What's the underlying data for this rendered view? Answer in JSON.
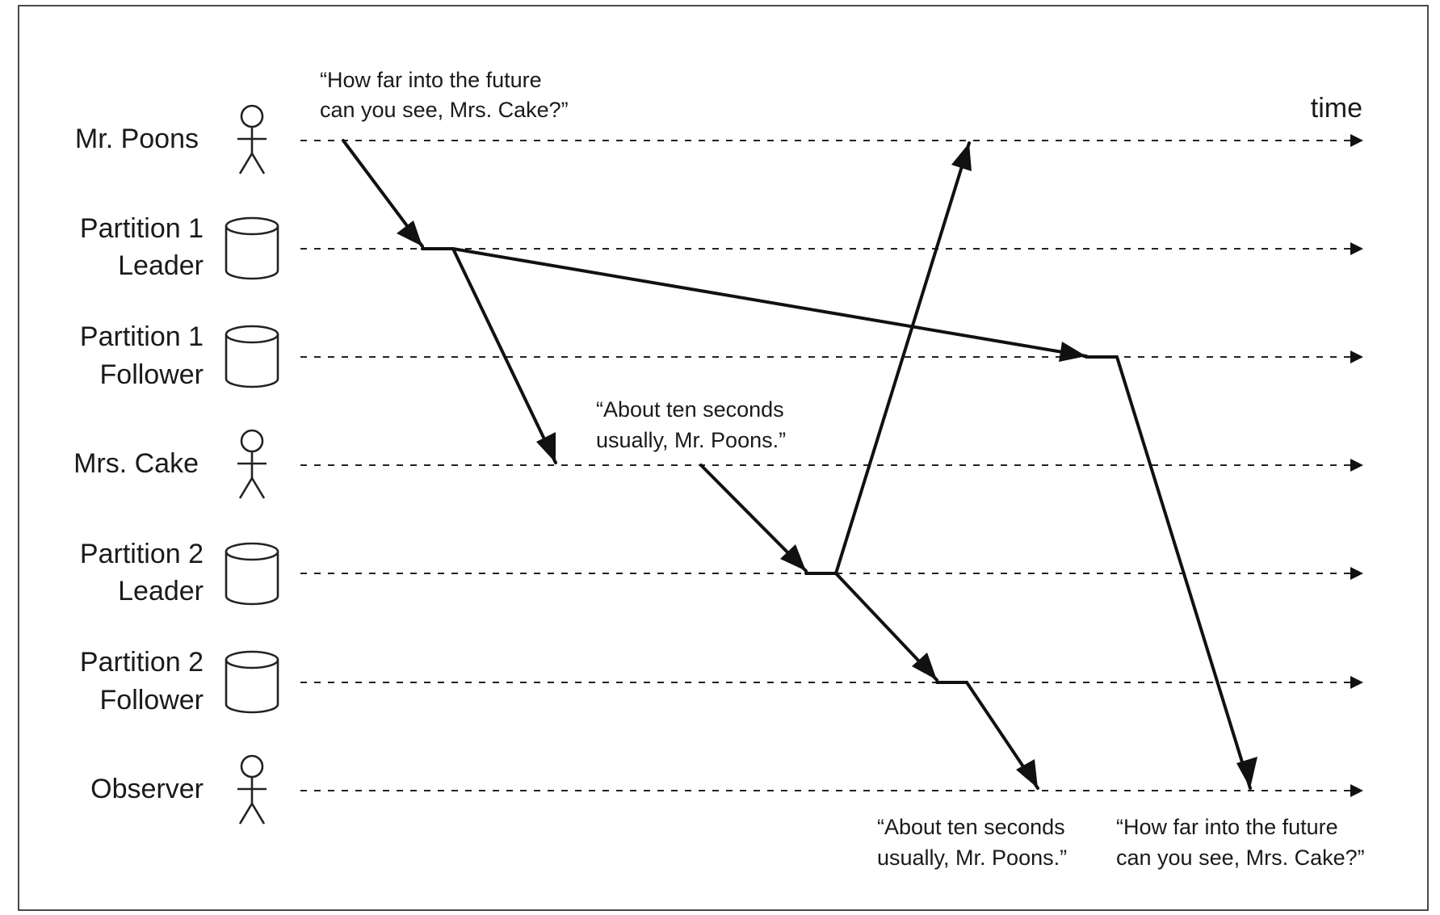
{
  "participants": [
    {
      "id": "mr-poons",
      "kind": "person",
      "lines": [
        "Mr. Poons"
      ]
    },
    {
      "id": "p1-leader",
      "kind": "database",
      "lines": [
        "Partition 1",
        "Leader"
      ]
    },
    {
      "id": "p1-follower",
      "kind": "database",
      "lines": [
        "Partition 1",
        "Follower"
      ]
    },
    {
      "id": "mrs-cake",
      "kind": "person",
      "lines": [
        "Mrs. Cake"
      ]
    },
    {
      "id": "p2-leader",
      "kind": "database",
      "lines": [
        "Partition 2",
        "Leader"
      ]
    },
    {
      "id": "p2-follower",
      "kind": "database",
      "lines": [
        "Partition 2",
        "Follower"
      ]
    },
    {
      "id": "observer",
      "kind": "person",
      "lines": [
        "Observer"
      ]
    }
  ],
  "time_label": "time",
  "quotes": {
    "question_sent": [
      "“How far into the future",
      "can you see, Mrs. Cake?”"
    ],
    "answer_sent": [
      "“About ten seconds",
      "usually, Mr. Poons.”"
    ],
    "answer_seen": [
      "“About ten seconds",
      "usually, Mr. Poons.”"
    ],
    "question_seen": [
      "“How far into the future",
      "can you see, Mrs. Cake?”"
    ]
  }
}
